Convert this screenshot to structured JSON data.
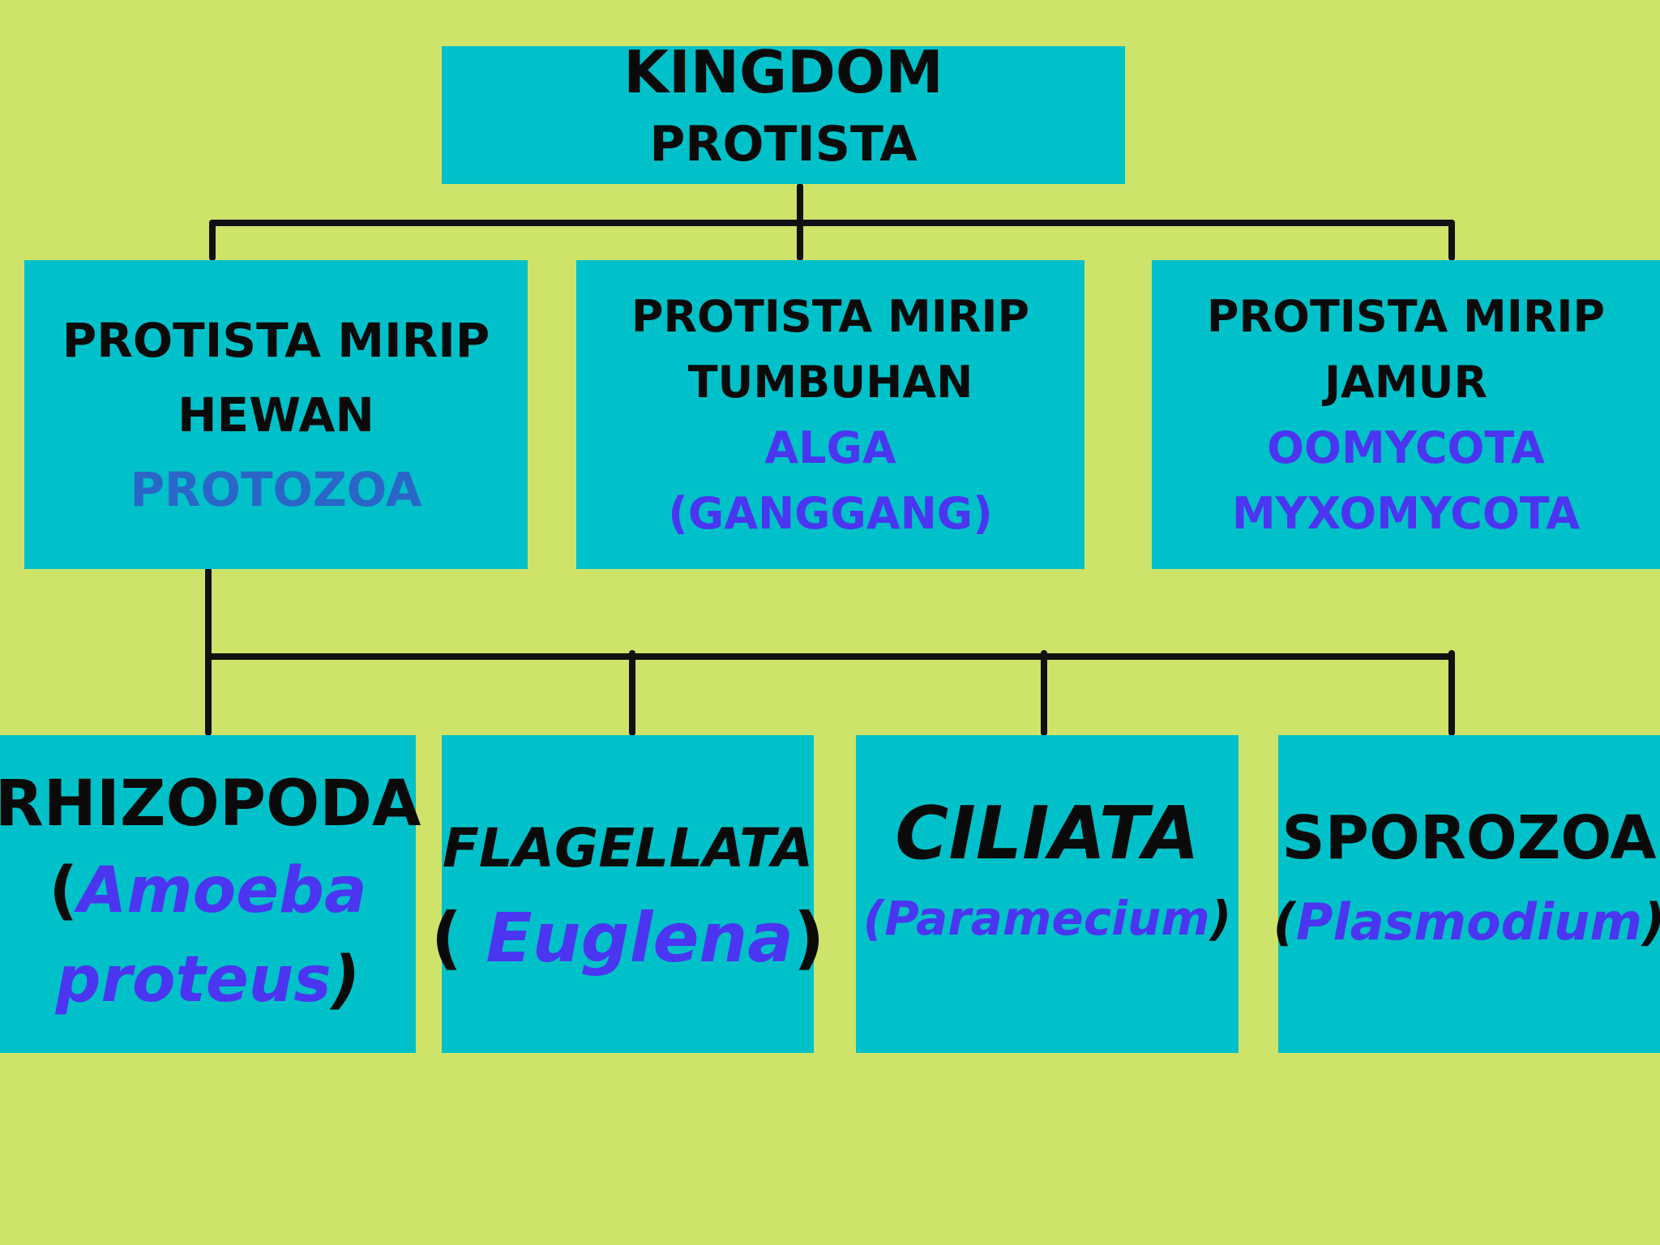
{
  "colors": {
    "background": "#cde36a",
    "box": "#00c1c9",
    "connector": "#111111",
    "text_dark": "#0a0a0a",
    "text_protozoa": "#2a66c8",
    "text_example": "#4b35f0"
  },
  "root": {
    "line1": "KINGDOM",
    "line2": "PROTISTA"
  },
  "groups": [
    {
      "id": "animal",
      "line1": "PROTISTA MIRIP",
      "line2": "HEWAN",
      "examples": [
        "PROTOZOA"
      ]
    },
    {
      "id": "plant",
      "line1": "PROTISTA MIRIP",
      "line2": "TUMBUHAN",
      "examples": [
        "ALGA",
        "(GANGGANG)"
      ]
    },
    {
      "id": "fungus",
      "line1": "PROTISTA MIRIP",
      "line2": "JAMUR",
      "examples": [
        "OOMYCOTA",
        "MYXOMYCOTA"
      ]
    }
  ],
  "protozoa_classes": [
    {
      "id": "rhizopoda",
      "name": "RHIZOPODA",
      "open": "(",
      "example1": "Amoeba",
      "example2": "proteus",
      "close": ")"
    },
    {
      "id": "flagellata",
      "name": "FLAGELLATA",
      "open": "( ",
      "example1": "Euglena",
      "close": ")"
    },
    {
      "id": "ciliata",
      "name": "CILIATA",
      "open": "(",
      "example1": "Paramecium",
      "close": ")"
    },
    {
      "id": "sporozoa",
      "name": "SPOROZOA",
      "open": "(",
      "example1": "Plasmodium",
      "close": ")"
    }
  ]
}
